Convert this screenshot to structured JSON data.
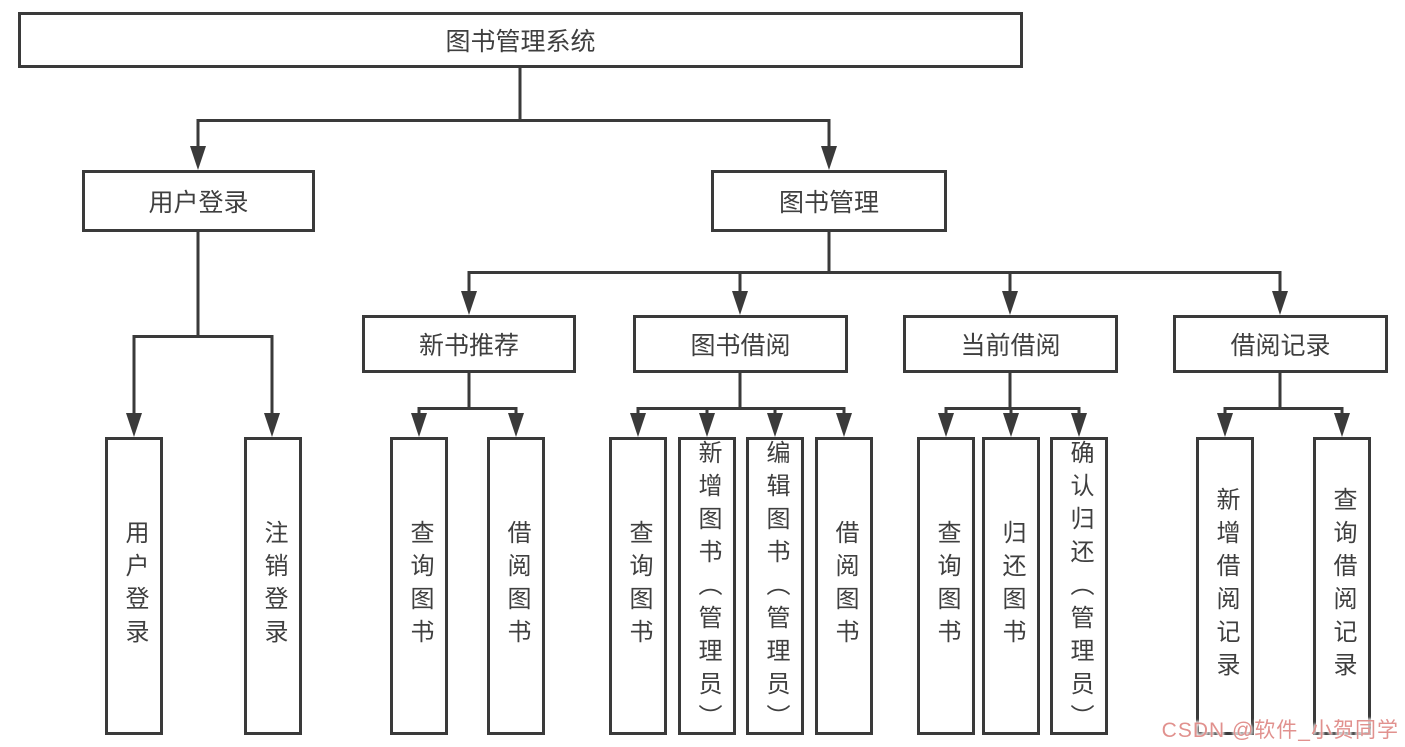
{
  "diagram": {
    "type": "hierarchy-tree",
    "colors": {
      "line": "#3a3a3a",
      "box_border": "#3a3a3a",
      "text": "#3f3f3f",
      "background": "#ffffff",
      "watermark": "#e1918e"
    },
    "tree": {
      "label": "图书管理系统",
      "children": [
        {
          "label": "用户登录",
          "children": [
            {
              "label": "用户登录"
            },
            {
              "label": "注销登录"
            }
          ]
        },
        {
          "label": "图书管理",
          "children": [
            {
              "label": "新书推荐",
              "children": [
                {
                  "label": "查询图书"
                },
                {
                  "label": "借阅图书"
                }
              ]
            },
            {
              "label": "图书借阅",
              "children": [
                {
                  "label": "查询图书"
                },
                {
                  "label": "新增图书（管理员）"
                },
                {
                  "label": "编辑图书（管理员）"
                },
                {
                  "label": "借阅图书"
                }
              ]
            },
            {
              "label": "当前借阅",
              "children": [
                {
                  "label": "查询图书"
                },
                {
                  "label": "归还图书"
                },
                {
                  "label": "确认归还（管理员）"
                }
              ]
            },
            {
              "label": "借阅记录",
              "children": [
                {
                  "label": "新增借阅记录"
                },
                {
                  "label": "查询借阅记录"
                }
              ]
            }
          ]
        }
      ]
    },
    "watermark": {
      "text": "CSDN @软件_小贺同学"
    }
  }
}
